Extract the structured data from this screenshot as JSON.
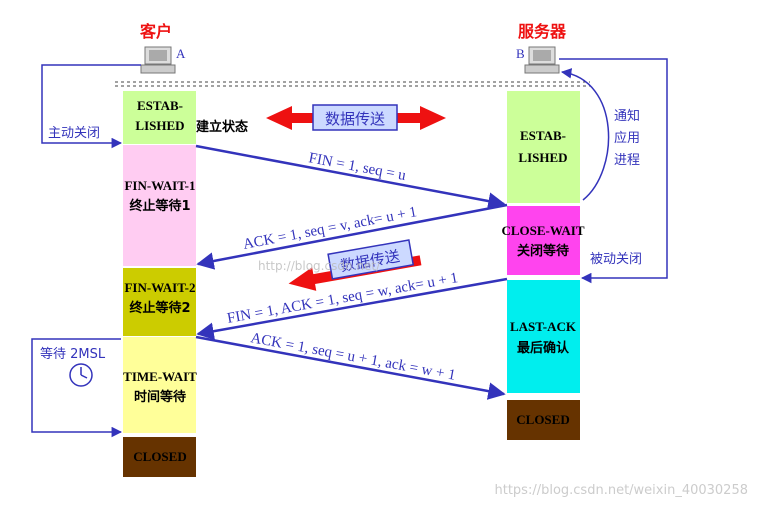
{
  "client": {
    "title": "客户",
    "letter": "A"
  },
  "server": {
    "title": "服务器",
    "letter": "B"
  },
  "client_states": {
    "established": {
      "line1": "ESTAB-",
      "line2": "LISHED",
      "cn": "建立状态"
    },
    "fin_wait_1": {
      "line1": "FIN-WAIT-1",
      "line2": "终止等待1"
    },
    "fin_wait_2": {
      "line1": "FIN-WAIT-2",
      "line2": "终止等待2"
    },
    "time_wait": {
      "line1": "TIME-WAIT",
      "line2": "时间等待"
    },
    "closed": {
      "label": "CLOSED"
    }
  },
  "server_states": {
    "established": {
      "line1": "ESTAB-",
      "line2": "LISHED"
    },
    "close_wait": {
      "line1": "CLOSE-WAIT",
      "line2": "关闭等待"
    },
    "last_ack": {
      "line1": "LAST-ACK",
      "line2": "最后确认"
    },
    "closed": {
      "label": "CLOSED"
    }
  },
  "data_transfer_top": "数据传送",
  "data_transfer_mid": "数据传送",
  "active_close": "主动关闭",
  "passive_close": "被动关闭",
  "notify_app": {
    "line1": "通知",
    "line2": "应用",
    "line3": "进程"
  },
  "wait_2msl": "等待 2MSL",
  "messages": {
    "fin1": "FIN = 1, seq = u",
    "ack1": "ACK = 1, seq = v, ack= u + 1",
    "fin2": "FIN = 1, ACK = 1, seq = w, ack= u + 1",
    "ack2": "ACK = 1, seq = u + 1, ack = w + 1"
  },
  "watermark_mid": "http://blog.csdn.net/",
  "watermark_bottom": "https://blog.csdn.net/weixin_40030258",
  "colors": {
    "blue": "#3333bb",
    "red": "#ee1111",
    "green_state": "#ccff99",
    "pink_state": "#ffccf2",
    "olive_state": "#cccc00",
    "yellow_state": "#ffff99",
    "magenta_state": "#ff44ee",
    "cyan_state": "#00eeee",
    "brown_state": "#663300"
  }
}
